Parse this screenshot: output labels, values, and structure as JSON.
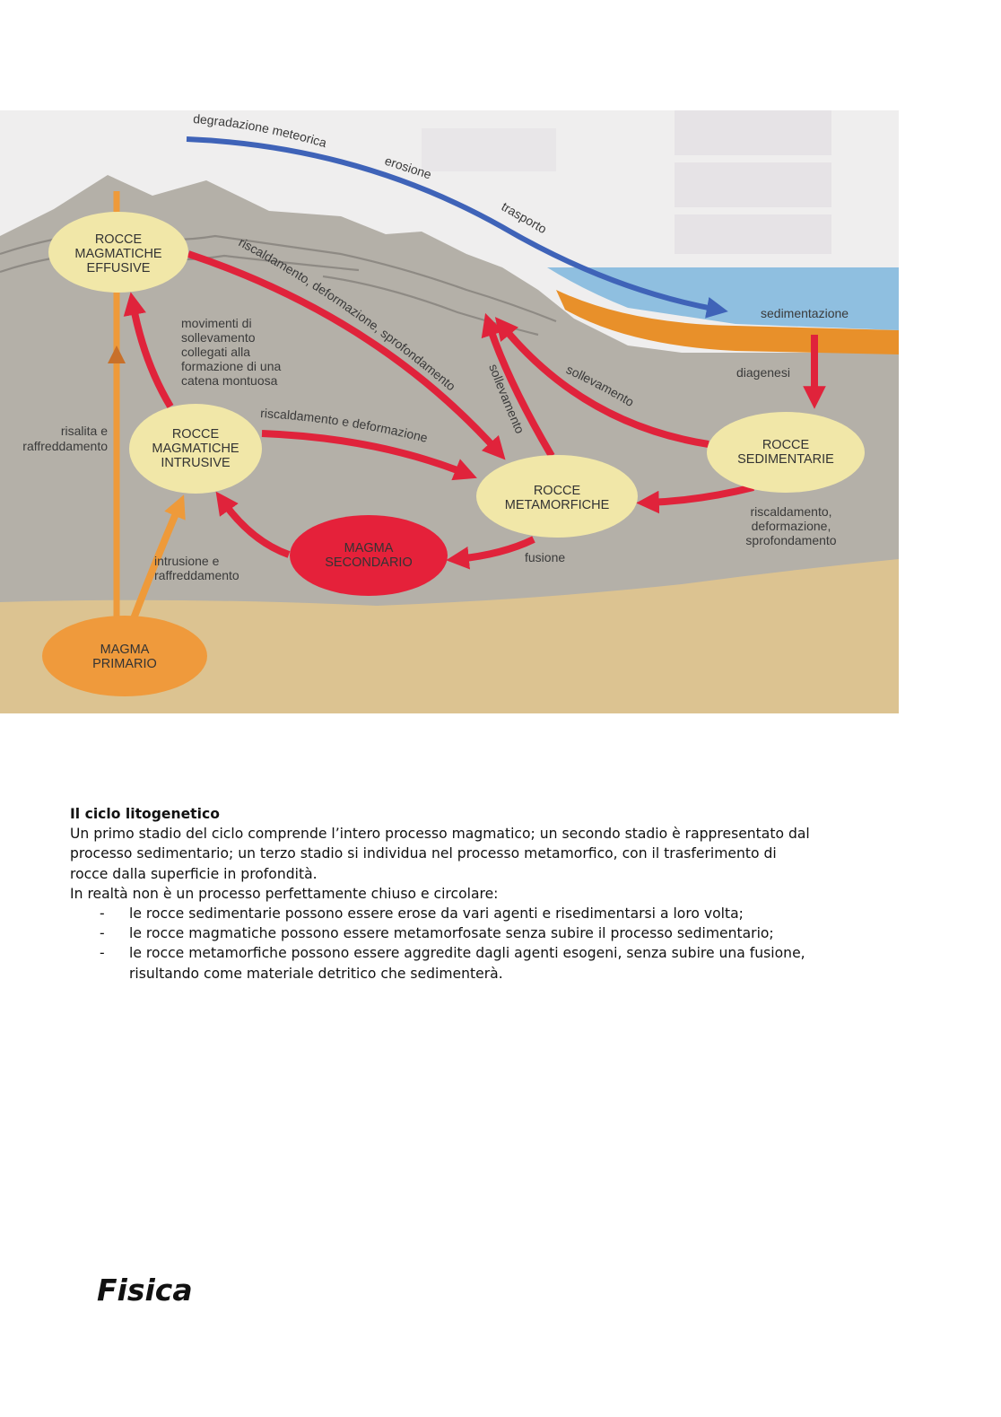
{
  "figure": {
    "nodes": {
      "effusive": [
        "ROCCE",
        "MAGMATICHE",
        "EFFUSIVE"
      ],
      "intrusive": [
        "ROCCE",
        "MAGMATICHE",
        "INTRUSIVE"
      ],
      "metamorphic": [
        "ROCCE",
        "METAMORFICHE"
      ],
      "sedimentary": [
        "ROCCE",
        "SEDIMENTARIE"
      ],
      "secondary_magma": [
        "MAGMA",
        "SECONDARIO"
      ],
      "primary_magma": [
        "MAGMA",
        "PRIMARIO"
      ]
    },
    "labels": {
      "degradazione": "degradazione meteorica",
      "erosione": "erosione",
      "trasporto": "trasporto",
      "sedimentazione": "sedimentazione",
      "diagenesi": "diagenesi",
      "movimenti": [
        "movimenti di",
        "sollevamento",
        "collegati alla",
        "formazione di una",
        "catena montuosa"
      ],
      "risalita": [
        "risalita e",
        "raffreddamento"
      ],
      "intrusione": [
        "intrusione e",
        "raffreddamento"
      ],
      "riscaldamento_deformazione": "riscaldamento e deformazione",
      "riscaldamento_long": "riscaldamento, deformazione, sprofondamento",
      "sollevamento_1": "sollevamento",
      "sollevamento_2": "sollevamento",
      "riscaldamento_right": [
        "riscaldamento,",
        "deformazione,",
        "sprofondamento"
      ],
      "fusione": "fusione"
    },
    "colors": {
      "rock": "#b4b0a8",
      "sea": "#8fbfe0",
      "sediment_band": "#e8902a",
      "deep_crust": "#dcc391",
      "node_fill": "#f1e7a8",
      "red_arrow": "#e0233b",
      "orange_arrow": "#ee9a3a",
      "blue_arrow": "#3f63b8",
      "secondary_magma": "#e5213a",
      "primary_magma": "#ef9a3c"
    }
  },
  "text": {
    "heading": "Il ciclo litogenetico",
    "paragraph_1": "Un primo stadio del ciclo comprende l’intero processo magmatico; un secondo stadio è rappresentato dal processo sedimentario; un terzo stadio si individua nel processo metamorfico, con il trasferimento di rocce dalla superficie in profondità.",
    "paragraph_2": "In realtà non è un processo perfettamente chiuso e circolare:",
    "bullet_marker": "-",
    "bullets": [
      "le rocce sedimentarie possono essere erose da vari agenti e risedimentarsi a loro volta;",
      "le rocce magmatiche possono essere metamorfosate senza subire il processo sedimentario;",
      "le rocce metamorfiche possono essere aggredite dagli agenti esogeni, senza subire una fusione, risultando come materiale detritico che sedimenterà."
    ]
  },
  "section_title": "Fisica"
}
